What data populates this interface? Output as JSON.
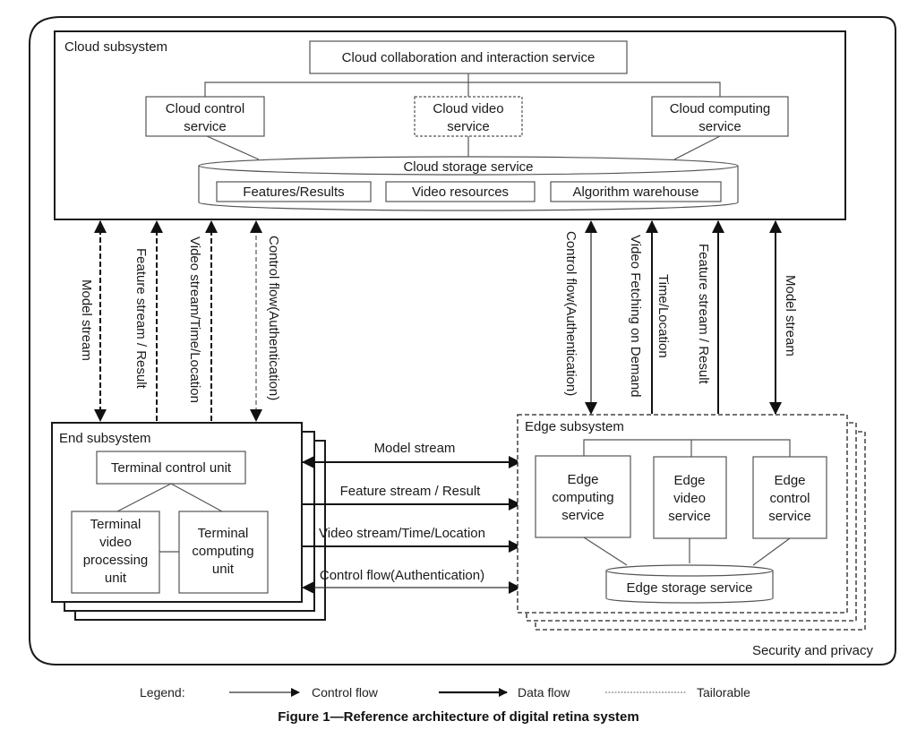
{
  "outer": {
    "label": "Security and privacy"
  },
  "cloud": {
    "title": "Cloud subsystem",
    "collab": "Cloud collaboration and interaction service",
    "control": [
      "Cloud control",
      "service"
    ],
    "video": [
      "Cloud video",
      "service"
    ],
    "computing": [
      "Cloud computing",
      "service"
    ],
    "storage": "Cloud storage service",
    "storage_items": [
      "Features/Results",
      "Video resources",
      "Algorithm warehouse"
    ]
  },
  "end_links": [
    {
      "label": "Model stream",
      "kind": "data",
      "tailorable": true,
      "bidirectional": true
    },
    {
      "label": "Feature stream / Result",
      "kind": "data",
      "tailorable": true,
      "bidirectional": false
    },
    {
      "label": "Video stream/Time/Location",
      "kind": "data",
      "tailorable": true,
      "bidirectional": false
    },
    {
      "label": "Control flow(Authentication)",
      "kind": "control",
      "tailorable": true,
      "bidirectional": true
    }
  ],
  "edge_links": [
    {
      "label": "Control flow(Authentication)",
      "kind": "control",
      "bidirectional": true
    },
    {
      "label": "Video Fetching on Demand",
      "kind": "data",
      "bidirectional": false
    },
    {
      "label": "Time/Location",
      "kind": "data",
      "bidirectional": false
    },
    {
      "label": "Feature stream / Result",
      "kind": "data",
      "bidirectional": false
    },
    {
      "label": "Model stream",
      "kind": "data",
      "bidirectional": true
    }
  ],
  "end": {
    "title": "End subsystem",
    "control_unit": "Terminal control unit",
    "video_unit": [
      "Terminal",
      "video",
      "processing",
      "unit"
    ],
    "computing_unit": [
      "Terminal",
      "computing",
      "unit"
    ]
  },
  "end_edge_links": [
    {
      "label": "Model stream",
      "kind": "data",
      "bidirectional": true
    },
    {
      "label": "Feature stream / Result",
      "kind": "data",
      "bidirectional": false
    },
    {
      "label": "Video stream/Time/Location",
      "kind": "data",
      "bidirectional": false
    },
    {
      "label": "Control flow(Authentication)",
      "kind": "control",
      "bidirectional": true
    }
  ],
  "edge": {
    "title": "Edge subsystem",
    "computing": [
      "Edge",
      "computing",
      "service"
    ],
    "video": [
      "Edge",
      "video",
      "service"
    ],
    "control": [
      "Edge",
      "control",
      "service"
    ],
    "storage": "Edge storage service"
  },
  "legend": {
    "title": "Legend:",
    "control_flow": "Control flow",
    "data_flow": "Data flow",
    "tailorable": "Tailorable"
  },
  "caption": "Figure 1—Reference architecture of digital retina system"
}
